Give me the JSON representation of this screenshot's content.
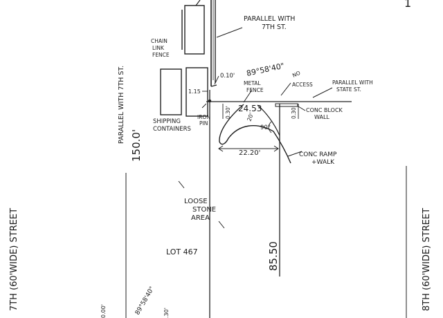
{
  "colors": {
    "ink": "#1f1f1f",
    "paper": "#ffffff"
  },
  "corner_mark": "1",
  "labels": {
    "parallel_7th": [
      "PARALLEL WITH",
      "7TH ST."
    ],
    "chain_link_fence": [
      "CHAIN",
      "LINK",
      "FENCE"
    ],
    "parallel_vertical": "PARALLEL WITH 7TH ST.",
    "shipping_containers": [
      "SHIPPING",
      "CONTAINERS"
    ],
    "dim_115": "1.15",
    "iron_pin": [
      "IRON",
      "PIN"
    ],
    "dim_010": "0.10'",
    "bearing_top": "89°58'40\"",
    "metal_fence": [
      "METAL",
      "FENCE"
    ],
    "no_access": [
      "NO",
      "ACCESS"
    ],
    "parallel_state": [
      "PARALLEL WITH",
      "STATE ST."
    ],
    "dim_2453": "24.53",
    "conc_block_wall": [
      "CONC BLOCK",
      "WALL"
    ],
    "dim_030_left": "0.30'",
    "dim_030_right": "0.30'",
    "dim_20": "20'",
    "angle_90": "90°",
    "dim_2220": "22.20'",
    "conc_ramp_walk": [
      "CONC RAMP",
      "+WALK"
    ],
    "dim_1500": "150.0'",
    "loose_stone_area": [
      "LOOSE",
      "STONE",
      "AREA"
    ],
    "lot": "LOT 467",
    "dim_8550": "85.50",
    "street_left": "7TH (60'WIDE) STREET",
    "street_right": "8TH (60'WIDE) STREET",
    "bottom_dim_00": "0.00'",
    "bottom_bearing": "89°58'40\"",
    "bottom_dim_30": ".30'"
  }
}
